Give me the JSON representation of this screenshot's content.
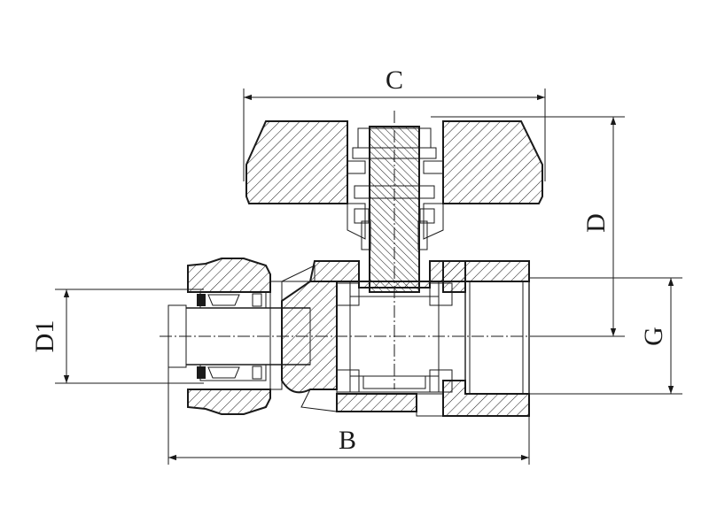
{
  "labels": {
    "c": "C",
    "d": "D",
    "b": "B",
    "d1": "D1",
    "g": "G"
  },
  "colors": {
    "line": "#1a1a1a",
    "background": "#ffffff"
  }
}
